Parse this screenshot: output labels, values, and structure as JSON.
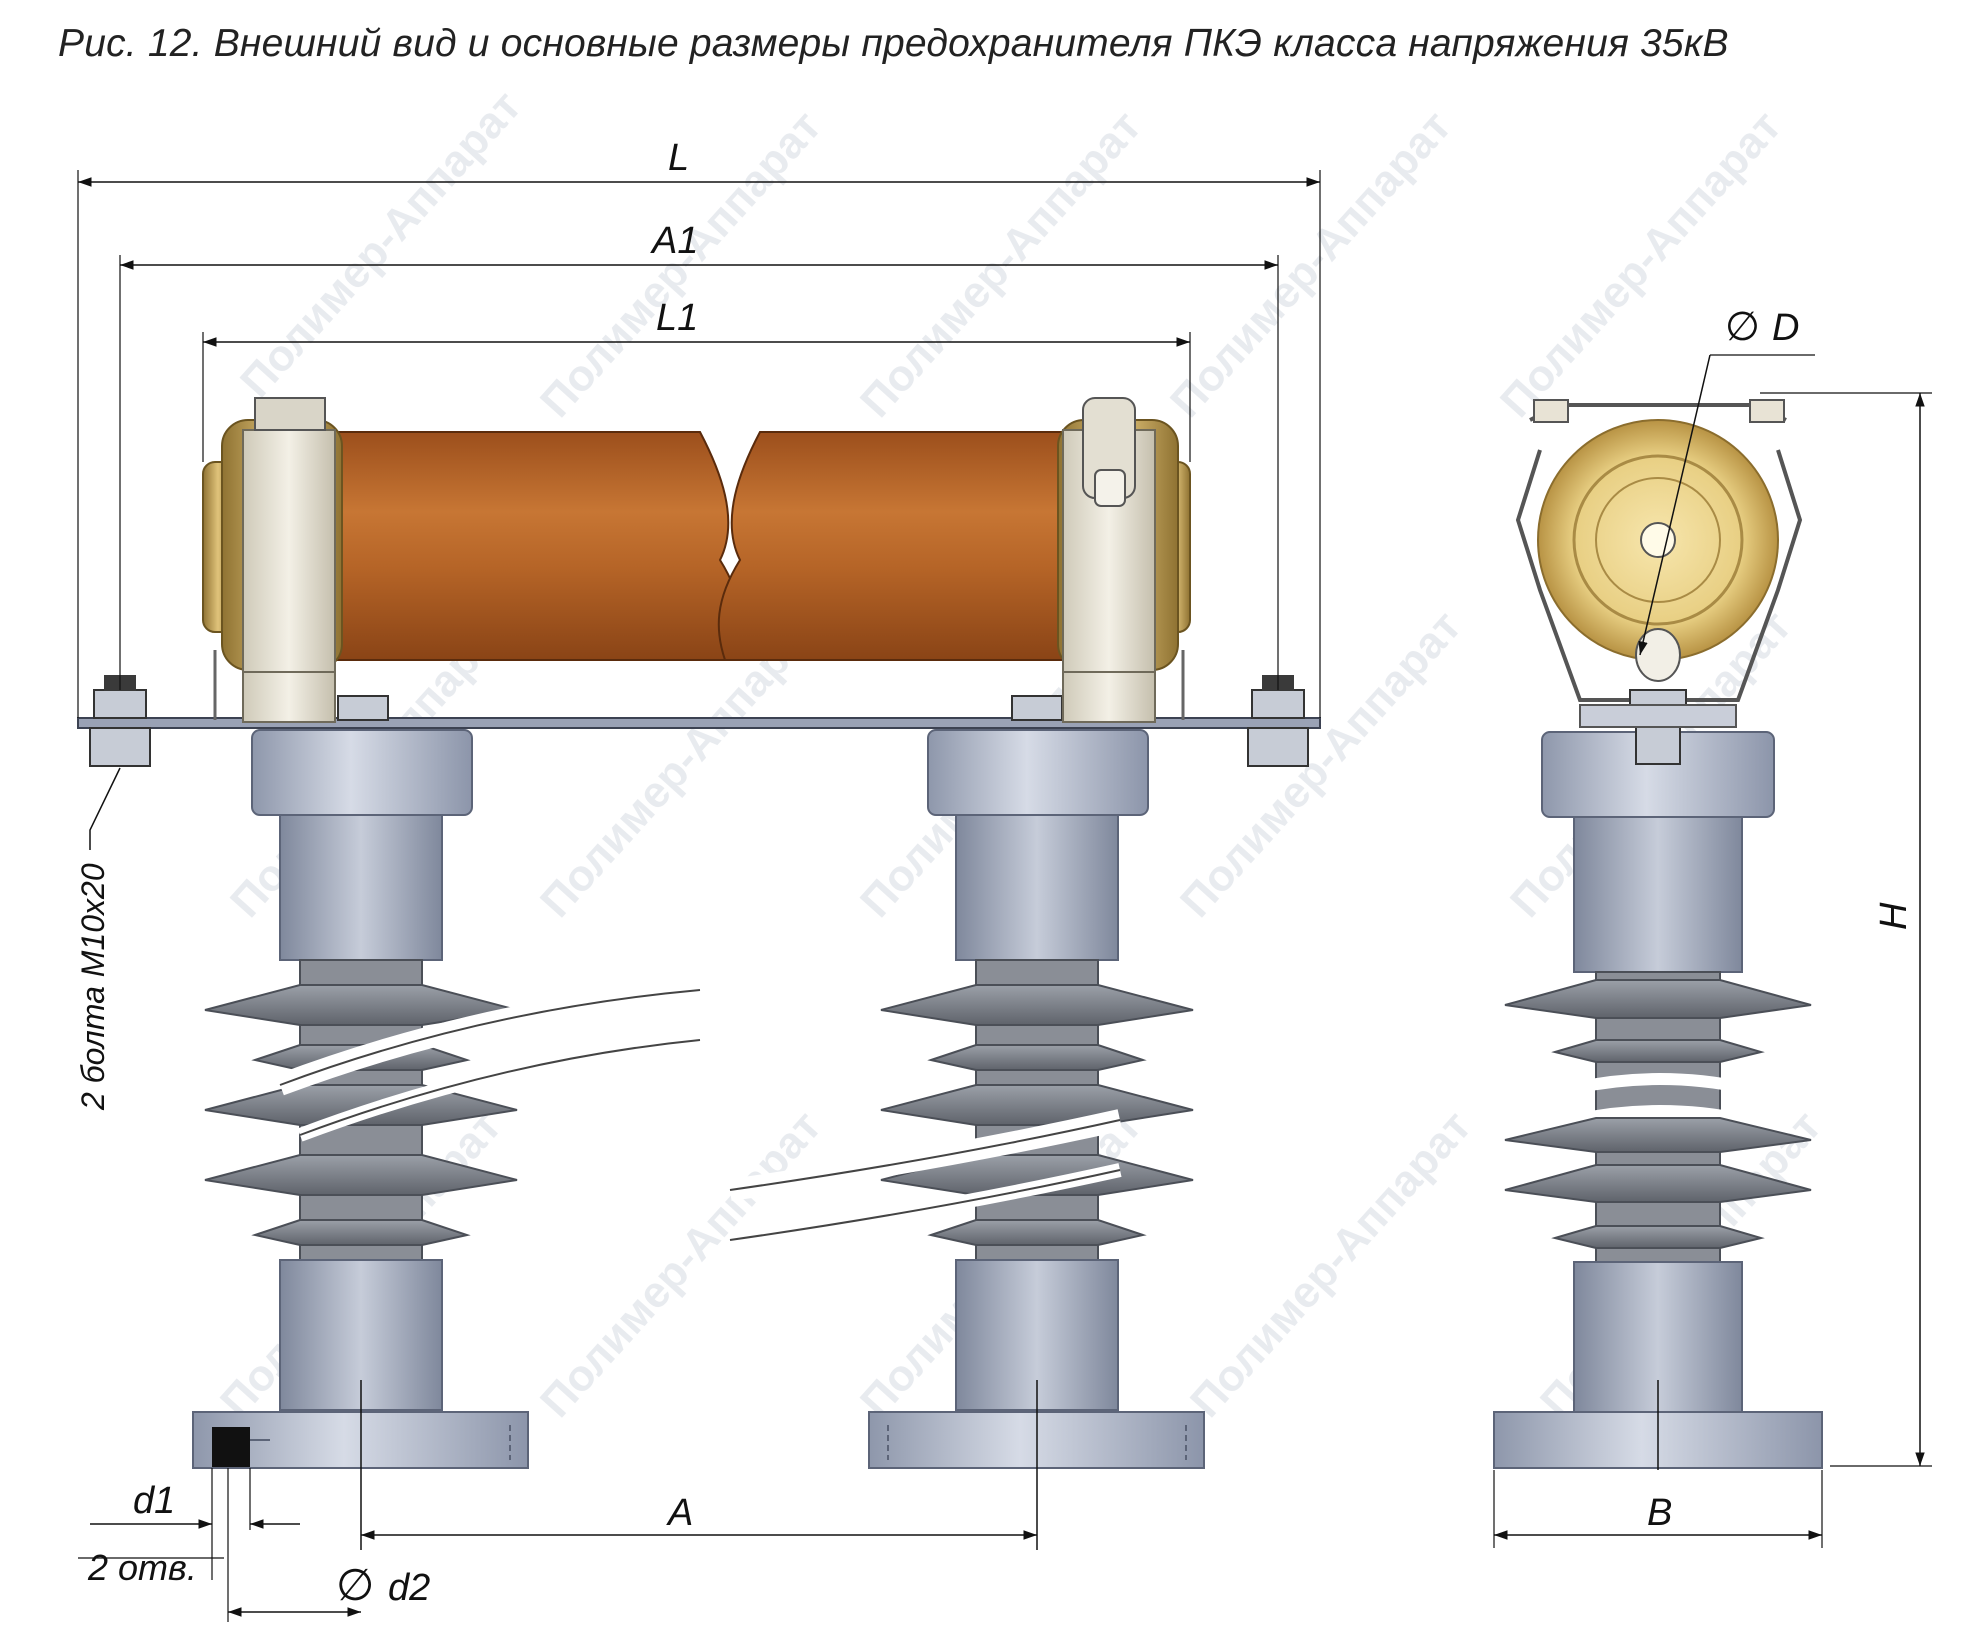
{
  "caption": "Рис. 12. Внешний вид и основные размеры предохранителя ПКЭ класса напряжения 35кВ",
  "dimensions": {
    "L": "L",
    "A1": "A1",
    "L1": "L1",
    "D": "D",
    "H": "H",
    "A": "A",
    "B": "B",
    "d1": "d1",
    "d2": "d2"
  },
  "notes": {
    "bolts": "2 болта М10х20",
    "holes": "2 отв."
  },
  "watermark": {
    "text": "Полимер-Аппарат"
  },
  "symbols": {
    "diameter": "∅"
  },
  "colors": {
    "fuse_tube": "#b7652a",
    "brass_cap": "#c9a862",
    "insulator": "#8c8f96",
    "metal": "#b7bfcf",
    "clip": "#e7e3d7"
  }
}
